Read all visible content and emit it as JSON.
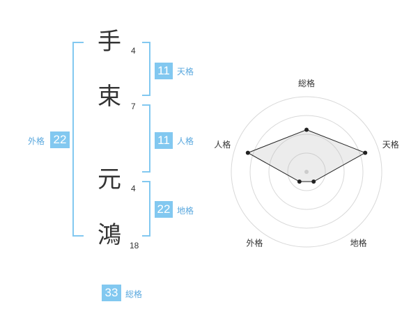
{
  "name_chars": [
    {
      "char": "手",
      "strokes": "4"
    },
    {
      "char": "束",
      "strokes": "7"
    },
    {
      "char": "元",
      "strokes": "4"
    },
    {
      "char": "鴻",
      "strokes": "18"
    }
  ],
  "fortunes": {
    "tenkaku": {
      "value": "11",
      "label": "天格"
    },
    "jinkaku": {
      "value": "11",
      "label": "人格"
    },
    "chikaku": {
      "value": "22",
      "label": "地格"
    },
    "gaikaku": {
      "value": "22",
      "label": "外格"
    },
    "soukaku": {
      "value": "33",
      "label": "総格"
    }
  },
  "colors": {
    "accent": "#82c8f0",
    "accent_text": "#5aa8de",
    "badge_text": "#ffffff"
  },
  "chart_data": {
    "type": "radar",
    "axes": [
      "総格",
      "天格",
      "地格",
      "外格",
      "人格"
    ],
    "values": [
      0.56,
      0.82,
      0.16,
      0.16,
      0.82
    ],
    "range": [
      0,
      1
    ],
    "rings": 4,
    "grid": true
  }
}
